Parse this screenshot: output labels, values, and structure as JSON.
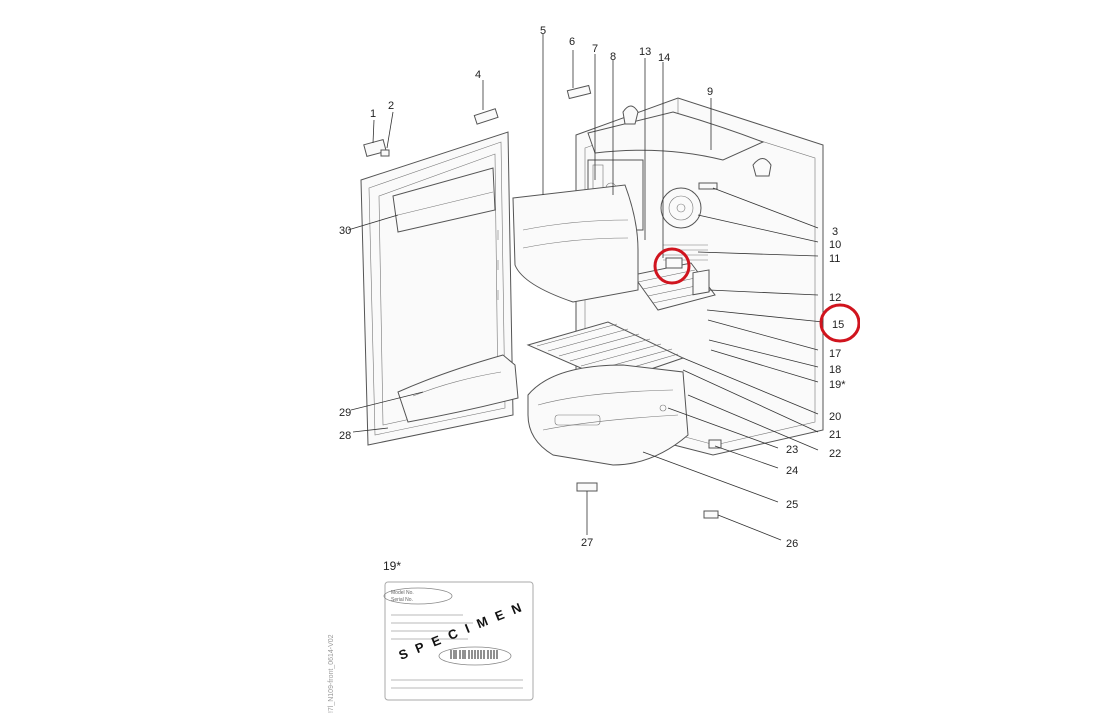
{
  "part_labels": [
    {
      "id": "1",
      "text": "1"
    },
    {
      "id": "2",
      "text": "2"
    },
    {
      "id": "3",
      "text": "3"
    },
    {
      "id": "4",
      "text": "4"
    },
    {
      "id": "5",
      "text": "5"
    },
    {
      "id": "6",
      "text": "6"
    },
    {
      "id": "7",
      "text": "7"
    },
    {
      "id": "8",
      "text": "8"
    },
    {
      "id": "9",
      "text": "9"
    },
    {
      "id": "10",
      "text": "10"
    },
    {
      "id": "11",
      "text": "11"
    },
    {
      "id": "12",
      "text": "12"
    },
    {
      "id": "13",
      "text": "13"
    },
    {
      "id": "14",
      "text": "14"
    },
    {
      "id": "15",
      "text": "15"
    },
    {
      "id": "17",
      "text": "17"
    },
    {
      "id": "18",
      "text": "18"
    },
    {
      "id": "19",
      "text": "19*"
    },
    {
      "id": "20",
      "text": "20"
    },
    {
      "id": "21",
      "text": "21"
    },
    {
      "id": "22",
      "text": "22"
    },
    {
      "id": "23",
      "text": "23"
    },
    {
      "id": "24",
      "text": "24"
    },
    {
      "id": "25",
      "text": "25"
    },
    {
      "id": "26",
      "text": "26"
    },
    {
      "id": "27",
      "text": "27"
    },
    {
      "id": "28",
      "text": "28"
    },
    {
      "id": "29",
      "text": "29"
    },
    {
      "id": "30",
      "text": "30"
    }
  ],
  "rating_plate": {
    "heading": "19*",
    "watermark": "SPECIMEN",
    "model_label": "Model No.",
    "serial_label": "Serial No."
  },
  "doc_id": " !7l_N109-front_0614-V02",
  "highlight_color": "#d0141e"
}
